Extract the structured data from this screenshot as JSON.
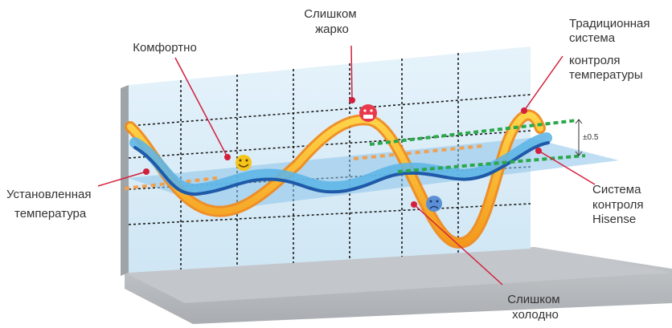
{
  "labels": {
    "too_hot": [
      "Слишком",
      "жарко"
    ],
    "comfortable": [
      "Комфортно"
    ],
    "traditional_system": [
      "Традиционная",
      "система",
      "контроля",
      "температуры"
    ],
    "set_temperature": [
      "Установленная",
      "температура"
    ],
    "hisense_system": [
      "Система",
      "контроля",
      "Hisense"
    ],
    "too_cold": [
      "Слишком",
      "холодно"
    ],
    "tolerance": "±0.5"
  },
  "colors": {
    "wall_fill": "#ddeef8",
    "wall_side": "#b8bcc0",
    "floor": "#b9bdc1",
    "grid_line": "#1a1a1a",
    "traditional_curve": "#f6b21b",
    "traditional_curve_edge": "#f08a1c",
    "hisense_curve": "#1f5aa8",
    "hisense_ribbon": "#5fb6e6",
    "setpoint_plane": "#8cc3ea",
    "setpoint_dash": "#f0a050",
    "tolerance_dash": "#2aa84a",
    "leader_line": "#d21f3c",
    "hot_face": "#e83a4c",
    "comfort_face": "#f5c518",
    "cold_face": "#5b8fd6"
  },
  "icons": {
    "hot_face": "angry-face-icon",
    "comfort_face": "smiling-face-icon",
    "cold_face": "sad-face-icon"
  }
}
